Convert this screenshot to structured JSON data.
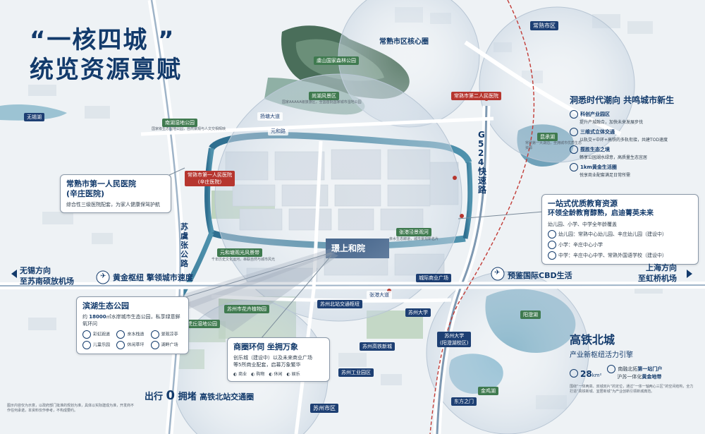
{
  "headline": {
    "line1": "“一核四城 ”",
    "line2": "统览资源禀赋"
  },
  "districts": {
    "core": "常熟市区核心圈",
    "city_tag": "常熟市区",
    "suzhou": "苏州市区"
  },
  "places": {
    "yushan_park": "虞山国家森林公园",
    "shanghu_area": "尚湖风景区",
    "shanghu_desc": "国家AAAAA级旅游区，全国首批国家城市湿地公园",
    "nanhu_wetland": "南湖湿地公园",
    "nanhu_desc": "国家级生态湿地公园，自然景观与人文交相辉映",
    "second_hospital": "常熟市第二人民医院",
    "yuanhetang": "元和塘观光风景带",
    "yuanhetang_desc": "千年历史文化运河，串联自然与城市风光",
    "zhanggang": "张港泾景观河",
    "zhanggang_desc": "亲水生态廊道，城市景观新名片",
    "kunchenghu": "昆承湖",
    "kunchenghu_desc": "常熟第一大湖泊，坐拥城市优质生态资源",
    "wuxi_lake": "无锡湖",
    "hub_station": "苏州北站交通枢纽",
    "suzhou_zoo": "苏州市花卉植物园",
    "huqiu": "虎丘湿地公园",
    "yangcheng_lake": "阳澄湖",
    "jinjihu": "金鸡湖",
    "dongfang_gate": "东方之门",
    "suzhou_university": "苏州大学",
    "suzhou_univ_yangcheng": "苏州大学\n(阳澄湖校区)",
    "suzhou_industrial_park": "苏州工业园区",
    "suzhou_high_speed": "苏州高铁新城",
    "project": "璟上和院",
    "shopping1": "城际商业广场",
    "shopping2": "常熟市第一人民医院\n(辛庄医院)"
  },
  "roads": {
    "g524": "G524快速路",
    "suyu": "苏虞张公路",
    "yangtze": "扬塘大道",
    "tanggang": "张港大道",
    "yuanhe_road": "元和路"
  },
  "callouts": {
    "hospital": {
      "title": "常熟市第一人民医院\n(辛庄医院)",
      "desc": "综合性三级医院配套，为家人健康保驾护航"
    },
    "education": {
      "title": "一站式优质教育资源",
      "subtitle": "环领全龄教育醇熟，启迪菁英未来",
      "desc": "幼儿园、小学、中学全年龄覆盖",
      "items": [
        "幼儿园：常熟中心幼儿园、辛庄幼儿园（建设中）",
        "小学：辛庄中心小学",
        "中学：辛庄中心中学、常熟外国语学校（建设中）"
      ]
    },
    "binhu": {
      "title": "滨湖生态公园",
      "desc_a": "约",
      "area_value": "18000",
      "desc_b": "㎡水岸城市生态公园，私享绿意鲜氧环问",
      "grid": [
        "彩虹跑道",
        "亲水栈道",
        "景观凉亭",
        "儿童乐园",
        "休闲草坪",
        "湖畔广场"
      ]
    },
    "commerce": {
      "title": "商圈环伺 坐拥万象",
      "desc": "创乐城（建设中）以及未来商业广场\n等5所商业配套，启幕万象繁华",
      "icons": [
        "商业",
        "购物",
        "休闲",
        "娱乐"
      ]
    },
    "modern": {
      "title": "洞悉时代潮向 共鸣城市新生",
      "items": [
        {
          "t": "科创产业园区",
          "d": "提升产城融合，加快未来发展步伐"
        },
        {
          "t": "三维式立体交通",
          "d": "以轨交+中环+高铁的多轨衔接，共建TOD速度"
        },
        {
          "t": "揽胜生态之境",
          "d": "畅享公园湖水绿意，高质量生态宜居"
        },
        {
          "t": "1km黄金生活圈",
          "d": "悦享商业配套满足日常所需"
        }
      ]
    },
    "northcity": {
      "title": "高铁北城",
      "subtitle": "产业新枢纽活力引擎",
      "area_value": "28",
      "area_unit": "km²",
      "hub_label_a": "南融北拓",
      "hub_label_b": "第一站门户",
      "hub_label_c": "沪苏一体化",
      "hub_label_d": "黄金地带",
      "desc": "围绕“一体两高、双城双片”的定位，通过“一体一轴两心三区”的空间结构，全力打造“高铁新城、宜居新城”为产业创新引领新城典范。"
    }
  },
  "directions": {
    "west1": "无锡方向",
    "west2": "至苏南硕放机场",
    "east1": "上海方向",
    "east2": "至虹桥机场",
    "hub_a": "黄金枢纽",
    "hub_b": "擎领城市速度",
    "cbd": "预鉴国际CBD生活"
  },
  "bottom": {
    "a": "出行",
    "num": "0",
    "b": "拥堵",
    "c": "高铁北站交通圈"
  },
  "disclaimer": "图示内容仅为示意，以政府部门批准的规划为准，具体以实际建成为准，开发商不作任何承诺，本资料仅作参考，不构成要约。"
}
